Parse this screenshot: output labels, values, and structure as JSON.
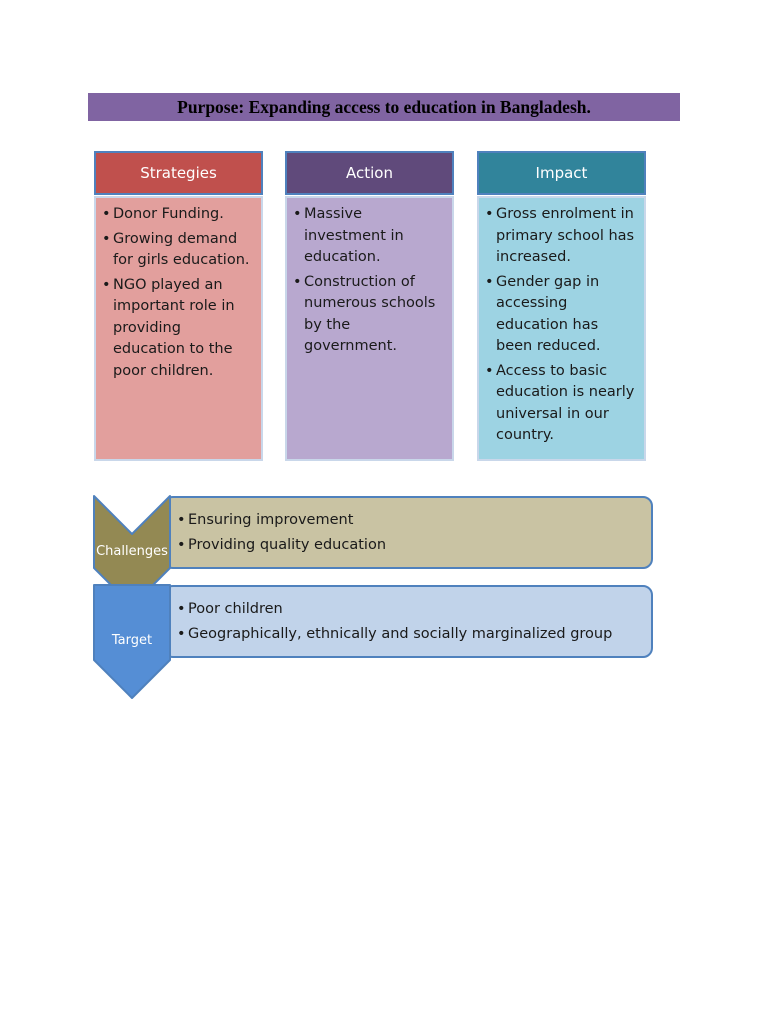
{
  "title": "Purpose: Expanding access to education in Bangladesh.",
  "columns": [
    {
      "header": "Strategies",
      "header_color": "#c0504d",
      "body_color": "#e29f9d",
      "items": [
        "Donor Funding.",
        "Growing demand for girls education.",
        "NGO played an important role in providing education to the poor children."
      ]
    },
    {
      "header": "Action",
      "header_color": "#604a7b",
      "body_color": "#b8a8cf",
      "items": [
        "Massive investment in education.",
        "Construction of numerous schools by the government."
      ]
    },
    {
      "header": "Impact",
      "header_color": "#31849b",
      "body_color": "#9dd3e3",
      "items": [
        "Gross enrolment in primary school has increased.",
        "Gender gap in accessing education has been reduced.",
        "Access to basic education is nearly universal in our country."
      ]
    }
  ],
  "rows": [
    {
      "label": "Challenges",
      "chevron_color": "#938953",
      "box_color": "#c9c3a3",
      "items": [
        "Ensuring improvement",
        "Providing quality education"
      ]
    },
    {
      "label": "Target",
      "chevron_color": "#558ed5",
      "box_color": "#c1d3ea",
      "items": [
        "Poor children",
        "Geographically, ethnically and socially marginalized group"
      ]
    }
  ]
}
